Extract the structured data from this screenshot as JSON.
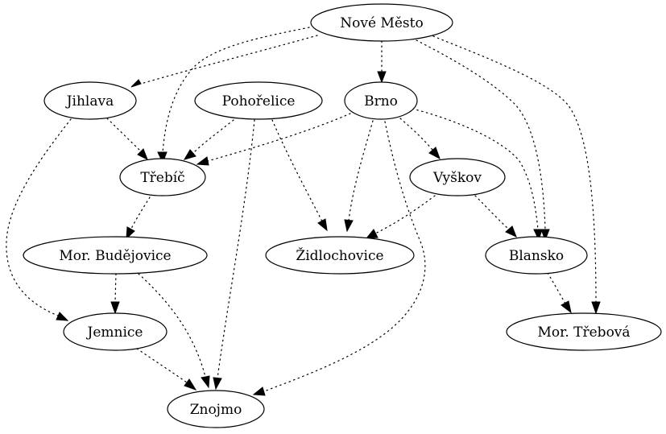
{
  "graph": {
    "nodes": {
      "nove_mesto": "Nové Město",
      "jihlava": "Jihlava",
      "pohorelice": "Pohořelice",
      "brno": "Brno",
      "trebic": "Třebíč",
      "vyskov": "Vyškov",
      "mor_budejovice": "Mor. Budějovice",
      "zidlochovice": "Židlochovice",
      "blansko": "Blansko",
      "jemnice": "Jemnice",
      "mor_trebova": "Mor. Třebová",
      "znojmo": "Znojmo"
    },
    "edges": [
      {
        "from": "nove_mesto",
        "to": "jihlava"
      },
      {
        "from": "nove_mesto",
        "to": "trebic"
      },
      {
        "from": "nove_mesto",
        "to": "brno"
      },
      {
        "from": "nove_mesto",
        "to": "blansko"
      },
      {
        "from": "nove_mesto",
        "to": "mor_trebova"
      },
      {
        "from": "jihlava",
        "to": "trebic"
      },
      {
        "from": "jihlava",
        "to": "jemnice"
      },
      {
        "from": "pohorelice",
        "to": "trebic"
      },
      {
        "from": "pohorelice",
        "to": "zidlochovice"
      },
      {
        "from": "pohorelice",
        "to": "znojmo"
      },
      {
        "from": "brno",
        "to": "trebic"
      },
      {
        "from": "brno",
        "to": "vyskov"
      },
      {
        "from": "brno",
        "to": "zidlochovice"
      },
      {
        "from": "brno",
        "to": "blansko"
      },
      {
        "from": "brno",
        "to": "znojmo"
      },
      {
        "from": "trebic",
        "to": "mor_budejovice"
      },
      {
        "from": "vyskov",
        "to": "zidlochovice"
      },
      {
        "from": "vyskov",
        "to": "blansko"
      },
      {
        "from": "mor_budejovice",
        "to": "jemnice"
      },
      {
        "from": "mor_budejovice",
        "to": "znojmo"
      },
      {
        "from": "blansko",
        "to": "mor_trebova"
      },
      {
        "from": "jemnice",
        "to": "znojmo"
      }
    ]
  }
}
